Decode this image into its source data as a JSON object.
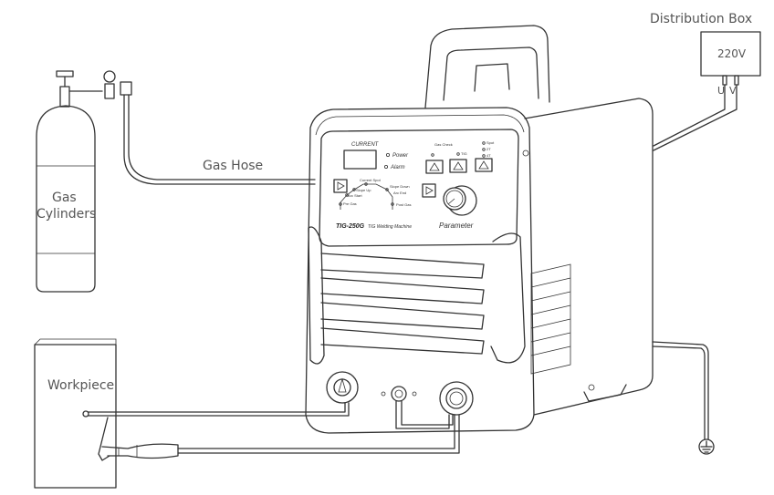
{
  "labels": {
    "distribution_box": "Distribution Box",
    "voltage": "220V",
    "terminal_u": "U",
    "terminal_v": "V",
    "gas_hose": "Gas Hose",
    "gas_cylinders_line1": "Gas",
    "gas_cylinders_line2": "Cylinders",
    "workpiece": "Workpiece"
  },
  "panel": {
    "current": "CURRENT",
    "power": "Power",
    "alarm": "Alarm",
    "gas_check": "Gas Check",
    "tig": "TIG",
    "spot": "Spot",
    "two_t": "2T",
    "four_t": "4T",
    "current_spot": "Current Spot",
    "slope_up": "Slope Up",
    "arc_start": "Arc Start",
    "pre_gas": "Pre Gas",
    "slope_down": "Slope Down",
    "arc_end": "Arc End",
    "post_gas": "Post Gas",
    "model": "TIG-250G",
    "machine_name": "TIG Welding Machine",
    "parameter": "Parameter"
  }
}
